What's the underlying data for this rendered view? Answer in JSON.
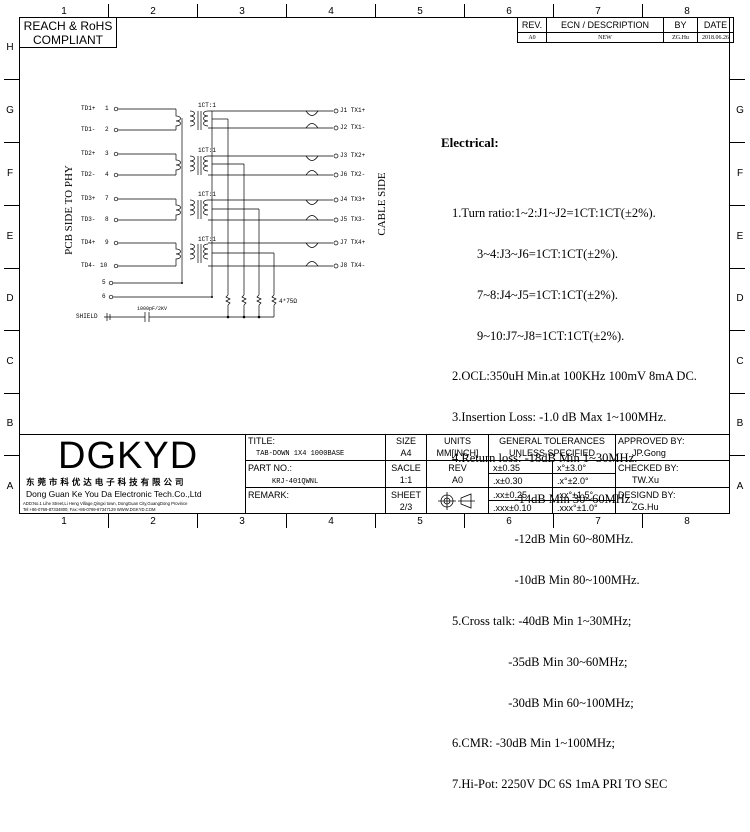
{
  "grid": {
    "columns": [
      "1",
      "2",
      "3",
      "4",
      "5",
      "6",
      "7",
      "8"
    ],
    "rows": [
      "H",
      "G",
      "F",
      "E",
      "D",
      "C",
      "B",
      "A"
    ]
  },
  "compliance": {
    "line1": "REACH & RoHS",
    "line2": "COMPLIANT"
  },
  "revision_table": {
    "headers": {
      "rev": "REV.",
      "ecn": "ECN / DESCRIPTION",
      "by": "BY",
      "date": "DATE"
    },
    "row": {
      "rev": "A0",
      "ecn": "NEW",
      "by": "ZG.Hu",
      "date": "2018.06.26"
    }
  },
  "schematic": {
    "left_pins": [
      {
        "label": "TD1+",
        "num": "1"
      },
      {
        "label": "TD1-",
        "num": "2"
      },
      {
        "label": "TD2+",
        "num": "3"
      },
      {
        "label": "TD2-",
        "num": "4"
      },
      {
        "label": "TD3+",
        "num": "7"
      },
      {
        "label": "TD3-",
        "num": "8"
      },
      {
        "label": "TD4+",
        "num": "9"
      },
      {
        "label": "TD4-",
        "num": "10"
      },
      {
        "label": "",
        "num": "5"
      },
      {
        "label": "",
        "num": "6"
      }
    ],
    "right_pins": [
      {
        "label": "J1 TX1+"
      },
      {
        "label": "J2 TX1-"
      },
      {
        "label": "J3 TX2+"
      },
      {
        "label": "J6 TX2-"
      },
      {
        "label": "J4 TX3+"
      },
      {
        "label": "J5 TX3-"
      },
      {
        "label": "J7 TX4+"
      },
      {
        "label": "J8 TX4-"
      }
    ],
    "ratio_labels": [
      "1CT:1",
      "1CT:1",
      "1CT:1",
      "1CT:1"
    ],
    "left_side_label": "PCB SIDE TO PHY",
    "right_side_label": "CABLE SIDE",
    "shield_label": "SHIELD",
    "cap_label": "1000pF/2KV",
    "res_label": "4*75Ω"
  },
  "electrical": {
    "heading": "Electrical:",
    "lines": [
      "1.Turn ratio:1~2:J1~J2=1CT:1CT(±2%).",
      "        3~4:J3~J6=1CT:1CT(±2%).",
      "        7~8:J4~J5=1CT:1CT(±2%).",
      "        9~10:J7~J8=1CT:1CT(±2%).",
      "2.OCL:350uH Min.at 100KHz 100mV 8mA DC.",
      "3.Insertion Loss: -1.0 dB Max 1~100MHz.",
      "4.Return loss: -18dB Min 1~30MHz.",
      "                    -14dB Min 30~60MHz.",
      "                    -12dB Min 60~80MHz.",
      "                    -10dB Min 80~100MHz.",
      "5.Cross talk: -40dB Min 1~30MHz;",
      "                  -35dB Min 30~60MHz;",
      "                  -30dB Min 60~100MHz;",
      "6.CMR: -30dB Min 1~100MHz;",
      "7.Hi-Pot: 2250V DC 6S 1mA PRI TO SEC"
    ]
  },
  "title_block": {
    "logo": "DGKYD",
    "company_cn": "东 莞 市 科 优 达 电 子 科 技 有 限 公 司",
    "company_en": "Dong Guan Ke You Da Electronic Tech.Co.,Ltd",
    "address": "ADD:No.1 Lihe Street,Li Heng Village,Qingxi town, DongGuan City,GuangDong Province",
    "contact": "Tel:+86-0769-87334800; Fax:+86-0769-87347129  WWW.DGKYD.COM",
    "title_label": "TITLE:",
    "title_value": "TAB-DOWN 1X4 1000BASE",
    "part_label": "PART NO.:",
    "part_value": "KRJ-401QWNL",
    "remark_label": "REMARK:",
    "size_label": "SIZE",
    "size_value": "A4",
    "units_label": "UNITS",
    "units_value": "MM[INCH]",
    "scale_label": "SACLE",
    "scale_value": "1:1",
    "rev_label": "REV",
    "rev_value": "A0",
    "sheet_label": "SHEET",
    "sheet_value": "2/3",
    "tol_header1": "GENERAL TOLERANCES",
    "tol_header2": "UNLESS SPECIFIED",
    "tolerances": [
      {
        "lin": "x±0.35",
        "ang": "x°±3.0°"
      },
      {
        "lin": ".x±0.30",
        "ang": ".x°±2.0°"
      },
      {
        "lin": ".xx±0.25",
        "ang": ".xx°±1.5°"
      },
      {
        "lin": ".xxx±0.10",
        "ang": ".xxx°±1.0°"
      }
    ],
    "approved_label": "APPROVED BY:",
    "approved_value": "JP.Gong",
    "checked_label": "CHECKED BY:",
    "checked_value": "TW.Xu",
    "designed_label": "DESIGND BY:",
    "designed_value": "ZG.Hu"
  }
}
